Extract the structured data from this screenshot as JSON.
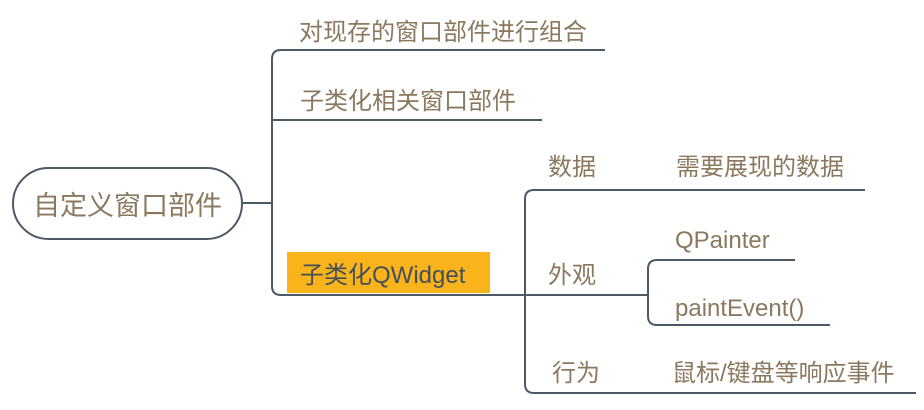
{
  "mindmap": {
    "root": {
      "label": "自定义窗口部件"
    },
    "branches": [
      {
        "label": "对现存的窗口部件进行组合"
      },
      {
        "label": "子类化相关窗口部件"
      },
      {
        "label": "子类化QWidget",
        "highlighted": true,
        "children": [
          {
            "label": "数据",
            "children": [
              {
                "label": "需要展现的数据"
              }
            ]
          },
          {
            "label": "外观",
            "children": [
              {
                "label": "QPainter"
              },
              {
                "label": "paintEvent()"
              }
            ]
          },
          {
            "label": "行为",
            "children": [
              {
                "label": "鼠标/键盘等响应事件"
              }
            ]
          }
        ]
      }
    ]
  },
  "colors": {
    "line": "#4E5A63",
    "text": "#8A795E",
    "highlight_background": "#F9B41C",
    "highlight_text": "#454F59",
    "canvas_background": "#FFFFFF"
  }
}
